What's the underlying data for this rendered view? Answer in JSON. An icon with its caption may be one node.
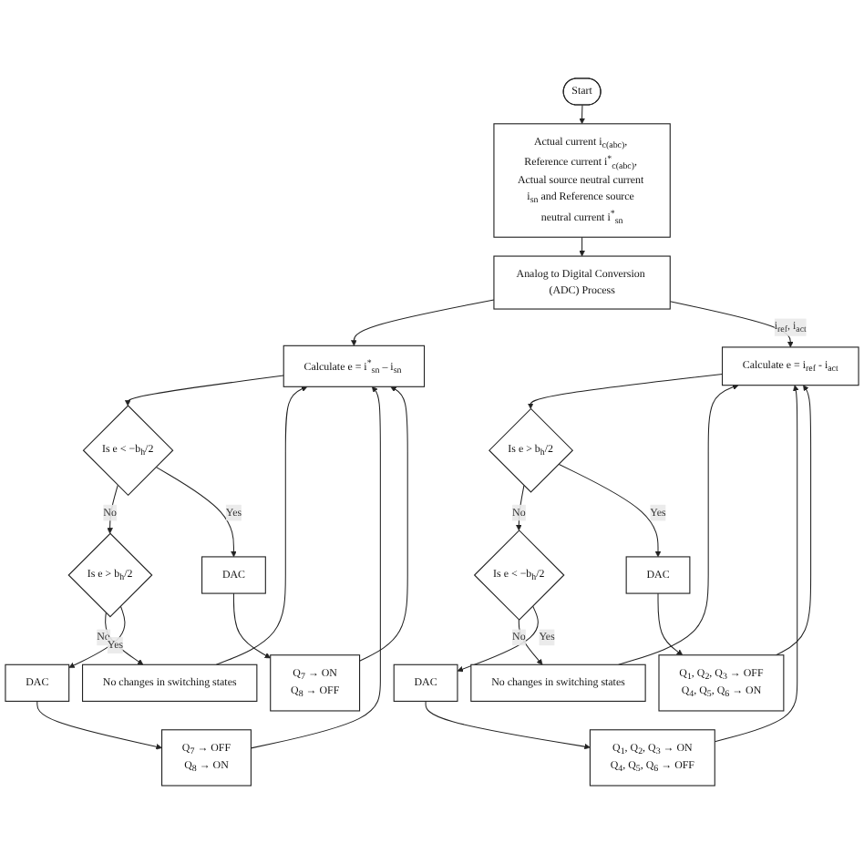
{
  "diagram": {
    "nodes": [
      {
        "text": [
          "Start"
        ]
      },
      {
        "text": [
          "Actual current i$_{c(abc)}$, Reference current i$^{*}$$_{c(abc)}$, Actual source neutral current i$_{sn}$ and Reference source neutral current i$^{*}$$_{sn}$"
        ]
      },
      {
        "text": [
          "Analog to Digital Conversion (ADC) Process"
        ]
      },
      {
        "text": [
          "No changes in switching states"
        ]
      },
      {
        "text": [
          "Calculate e = i$^{*}$$_{sn}$ – i$_{sn}$"
        ]
      },
      {
        "text": [
          "Calculate e = i$_{ref}$ - i$_{act}$"
        ]
      },
      {
        "text": [
          "No changes in switching states"
        ]
      },
      {
        "text": [
          "Is e > b$_{h}$/2"
        ]
      },
      {
        "text": [
          "Is e < −b$_{h}$/2"
        ]
      },
      {
        "text": [
          "Is e > b$_{h}$/2"
        ]
      },
      {
        "text": [
          "Is e < −b$_{h}$/2"
        ]
      },
      {
        "text": [
          "DAC"
        ]
      },
      {
        "text": [
          "DAC"
        ]
      },
      {
        "text": [
          "DAC"
        ]
      },
      {
        "text": [
          "DAC"
        ]
      },
      {
        "text": [
          "Q$_{7}$ → OFF",
          "Q$_{8}$ → ON"
        ]
      },
      {
        "text": [
          "Q$_{7}$ → ON",
          "Q$_{8}$ → OFF"
        ]
      },
      {
        "text": [
          "Q$_{1}$, Q$_{2}$, Q$_{3}$ → OFF",
          "Q$_{4}$, Q$_{5}$, Q$_{6}$ → ON"
        ]
      },
      {
        "text": [
          "Q$_{1}$, Q$_{2}$, Q$_{3}$ → ON",
          "Q$_{4}$, Q$_{5}$, Q$_{6}$ → OFF"
        ]
      }
    ],
    "edges": [
      {
        "from": 0,
        "to": 1,
        "arrow": "to"
      },
      {
        "from": 1,
        "to": 2,
        "arrow": "to"
      },
      {
        "from": 2,
        "to": 4,
        "arrow": "to"
      },
      {
        "from": 2,
        "to": 5,
        "arrow": "to",
        "label": "i$_{ref}$, i$_{act}$"
      },
      {
        "from": 4,
        "to": 8,
        "arrow": "to"
      },
      {
        "from": 8,
        "to": 7,
        "arrow": "to",
        "label": "No"
      },
      {
        "from": 7,
        "to": 3,
        "arrow": "to",
        "label": "No"
      },
      {
        "from": 7,
        "to": 11,
        "arrow": "to",
        "label": "Yes"
      },
      {
        "from": 8,
        "to": 12,
        "arrow": "to",
        "label": "Yes"
      },
      {
        "from": 11,
        "to": 15,
        "arrow": "to"
      },
      {
        "from": 12,
        "to": 16,
        "arrow": "to"
      },
      {
        "from": 5,
        "to": 9,
        "arrow": "to"
      },
      {
        "from": 9,
        "to": 10,
        "arrow": "to",
        "label": "No"
      },
      {
        "from": 10,
        "to": 6,
        "arrow": "to",
        "label": "No"
      },
      {
        "from": 9,
        "to": 13,
        "arrow": "to",
        "label": "Yes"
      },
      {
        "from": 10,
        "to": 14,
        "arrow": "to",
        "label": "Yes"
      },
      {
        "from": 13,
        "to": 17,
        "arrow": "to"
      },
      {
        "from": 14,
        "to": 18,
        "arrow": "to"
      },
      {
        "from": 3,
        "to": 4,
        "arrow": "to"
      },
      {
        "from": 15,
        "to": 4,
        "arrow": "to"
      },
      {
        "from": 16,
        "to": 4,
        "arrow": "to"
      },
      {
        "from": 6,
        "to": 5,
        "arrow": "to"
      },
      {
        "from": 17,
        "to": 5,
        "arrow": "to"
      },
      {
        "from": 18,
        "to": 5,
        "arrow": "to"
      }
    ]
  }
}
